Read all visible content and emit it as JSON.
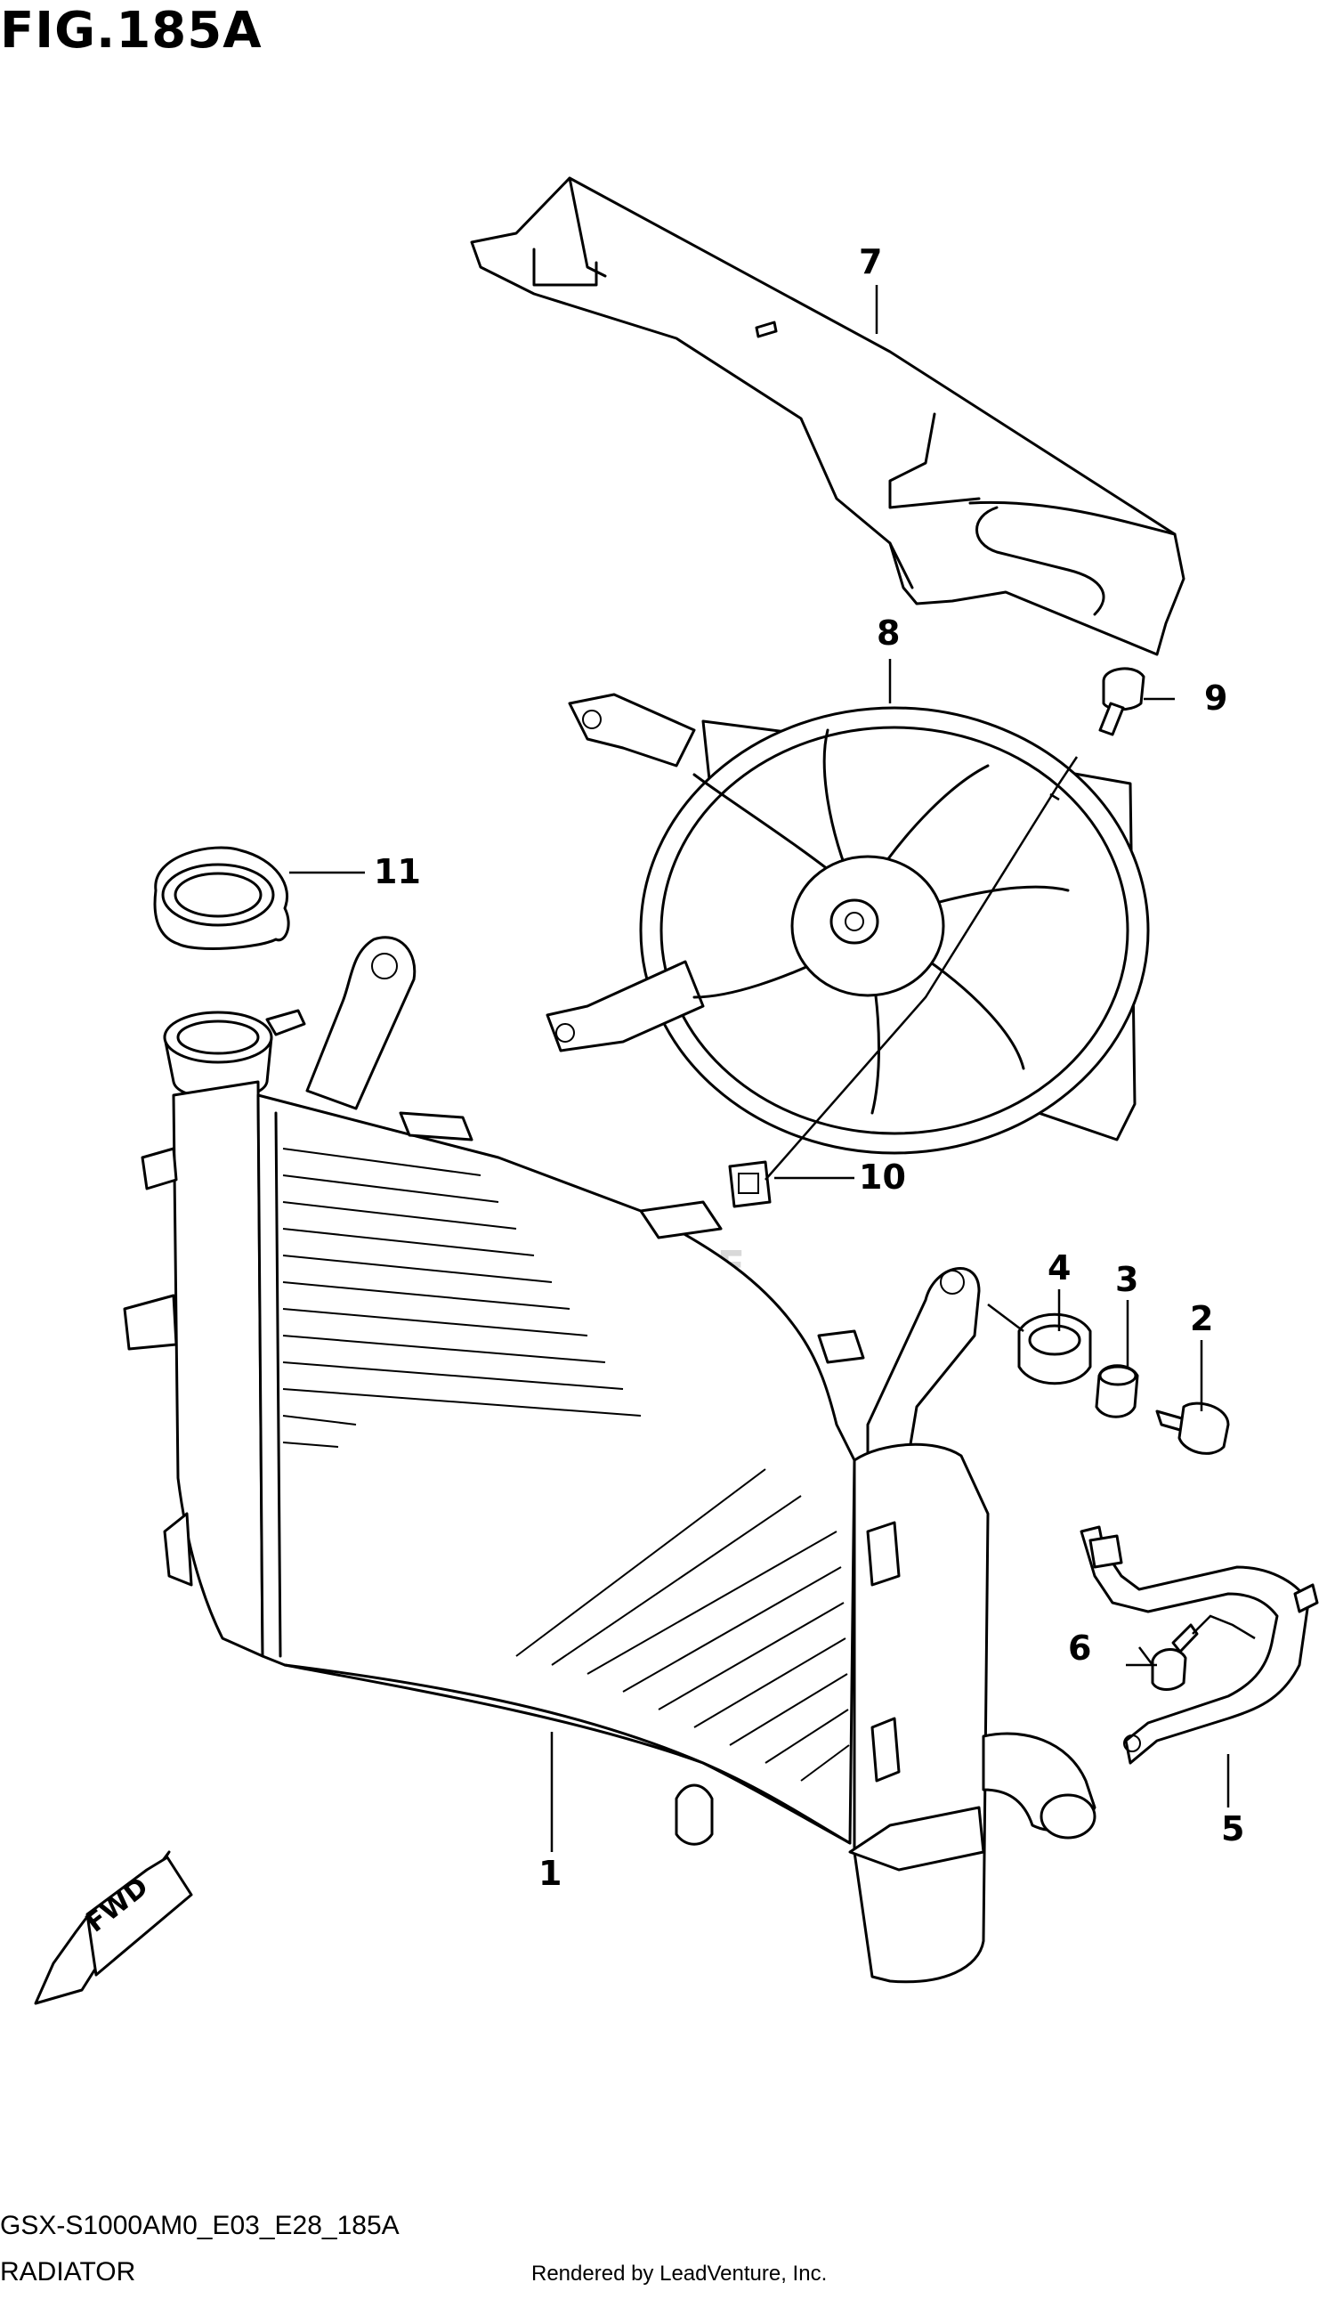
{
  "figure": {
    "title": "FIG.185A",
    "code": "GSX-S1000AM0_E03_E28_185A",
    "name": "RADIATOR",
    "credit": "Rendered by LeadVenture, Inc.",
    "watermark": "VENTURE"
  },
  "fwd_label": "FWD",
  "callouts": [
    {
      "id": "1",
      "label": "1"
    },
    {
      "id": "2",
      "label": "2"
    },
    {
      "id": "3",
      "label": "3"
    },
    {
      "id": "4",
      "label": "4"
    },
    {
      "id": "5",
      "label": "5"
    },
    {
      "id": "6",
      "label": "6"
    },
    {
      "id": "7",
      "label": "7"
    },
    {
      "id": "8",
      "label": "8"
    },
    {
      "id": "9",
      "label": "9"
    },
    {
      "id": "10",
      "label": "10"
    },
    {
      "id": "11",
      "label": "11"
    }
  ]
}
